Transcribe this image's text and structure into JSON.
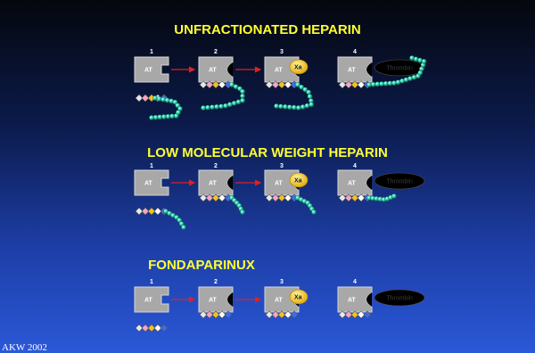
{
  "slide": {
    "sections": [
      {
        "title": "UNFRACTIONATED HEPARIN",
        "chain": "long",
        "steps": [
          {
            "number": "1",
            "at_label": "AT"
          },
          {
            "number": "2",
            "at_label": "AT"
          },
          {
            "number": "3",
            "at_label": "AT",
            "xa_label": "Xa"
          },
          {
            "number": "4",
            "at_label": "AT",
            "thrombin_label": "Thrombin"
          }
        ]
      },
      {
        "title": "LOW MOLECULAR WEIGHT HEPARIN",
        "chain": "short",
        "steps": [
          {
            "number": "1",
            "at_label": "AT"
          },
          {
            "number": "2",
            "at_label": "AT"
          },
          {
            "number": "3",
            "at_label": "AT",
            "xa_label": "Xa"
          },
          {
            "number": "4",
            "at_label": "AT",
            "thrombin_label": "Thrombin"
          }
        ]
      },
      {
        "title": "FONDAPARINUX",
        "chain": "none",
        "steps": [
          {
            "number": "1",
            "at_label": "AT"
          },
          {
            "number": "2",
            "at_label": "AT"
          },
          {
            "number": "3",
            "at_label": "AT",
            "xa_label": "Xa"
          },
          {
            "number": "4",
            "at_label": "AT",
            "thrombin_label": "Thrombin"
          }
        ]
      }
    ],
    "credit": "AKW 2002",
    "colors": {
      "heading": "#ffff33",
      "at_block": "#a8a8a8",
      "arrow": "#e02020",
      "xa": "#f2c200",
      "thrombin": "#000000",
      "chain_bead": "#2fd4b0",
      "pentasaccharide": [
        "#e8e8e8",
        "#f3a6c8",
        "#f6c21a",
        "#ffffff",
        "#3a6ee8"
      ]
    }
  }
}
